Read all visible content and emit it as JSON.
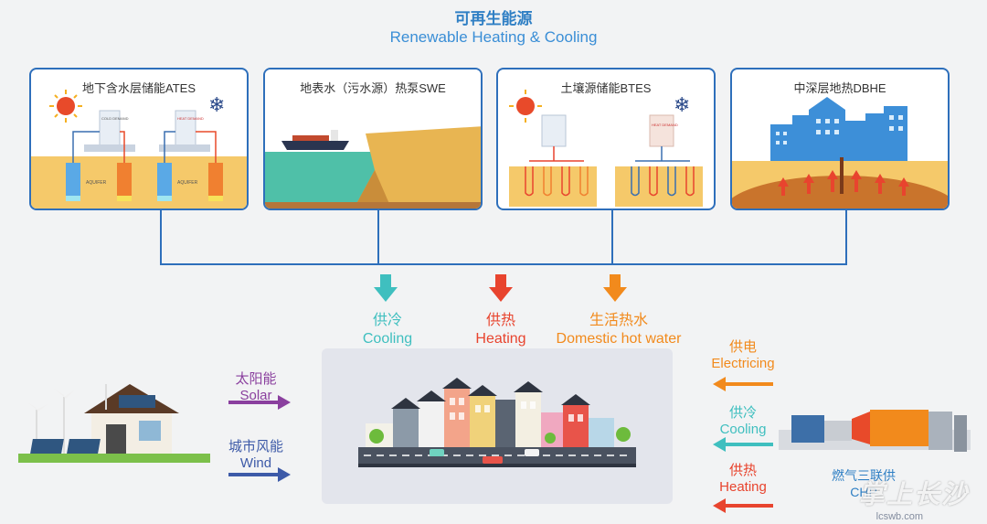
{
  "title": {
    "cn": "可再生能源",
    "en": "Renewable Heating & Cooling"
  },
  "panels": [
    {
      "label": "地下含水层储能ATES",
      "aquifer_text": "AQUIFER",
      "cold_tag": "COLD DEMAND",
      "heat_tag": "HEAT DEMAND"
    },
    {
      "label": "地表水（污水源）热泵SWE"
    },
    {
      "label": "土壤源储能BTES",
      "heat_tag": "HEAT DEMAND"
    },
    {
      "label": "中深层地热DBHE"
    }
  ],
  "outputs": [
    {
      "cn": "供冷",
      "en": "Cooling",
      "color": "#3fbfbf"
    },
    {
      "cn": "供热",
      "en": "Heating",
      "color": "#e8442e"
    },
    {
      "cn": "生活热水",
      "en": "Domestic hot water",
      "color": "#f28a1c"
    }
  ],
  "left_inputs": [
    {
      "cn": "太阳能",
      "en": "Solar",
      "color": "#8a3f9e"
    },
    {
      "cn": "城市风能",
      "en": "Wind",
      "color": "#3d5aa8"
    }
  ],
  "right_inputs": [
    {
      "cn": "供电",
      "en": "Electricing",
      "color": "#f28a1c"
    },
    {
      "cn": "供冷",
      "en": "Cooling",
      "color": "#3fbfbf"
    },
    {
      "cn": "供热",
      "en": "Heating",
      "color": "#e8442e"
    }
  ],
  "chp": {
    "cn": "燃气三联供",
    "en": "CHP"
  },
  "watermark": {
    "text": "掌上长沙",
    "sub": "lcswb.com"
  },
  "colors": {
    "frame": "#2e6fbb",
    "sand": "#f5c96a",
    "sky": "#ffffff"
  }
}
